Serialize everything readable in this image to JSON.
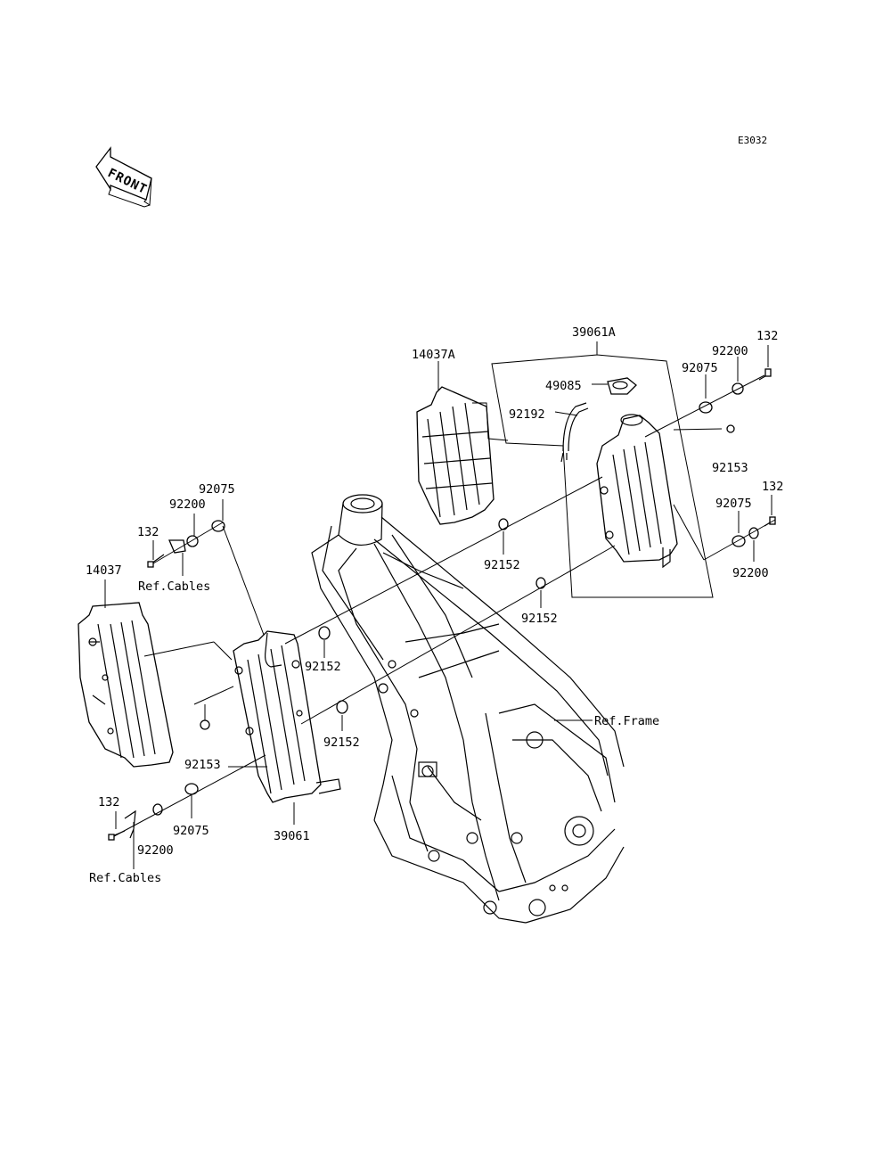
{
  "diagram_code": "E3032",
  "front_label": "FRONT",
  "labels": {
    "p39061A": "39061A",
    "p14037A": "14037A",
    "p49085": "49085",
    "p92192": "92192",
    "p92200_tr": "92200",
    "p132_tr": "132",
    "p92075_tr": "92075",
    "p92153_r": "92153",
    "p132_r": "132",
    "p92075_r": "92075",
    "p92200_r": "92200",
    "p92152_a": "92152",
    "p92152_b": "92152",
    "p92075_l": "92075",
    "p92200_l": "92200",
    "p132_l": "132",
    "ref_cables_top": "Ref.Cables",
    "p14037": "14037",
    "p92152_c": "92152",
    "p92152_d": "92152",
    "ref_frame": "Ref.Frame",
    "p92153_l": "92153",
    "p132_bl": "132",
    "p92075_bl": "92075",
    "p39061": "39061",
    "p92200_bl": "92200",
    "ref_cables_bottom": "Ref.Cables"
  }
}
